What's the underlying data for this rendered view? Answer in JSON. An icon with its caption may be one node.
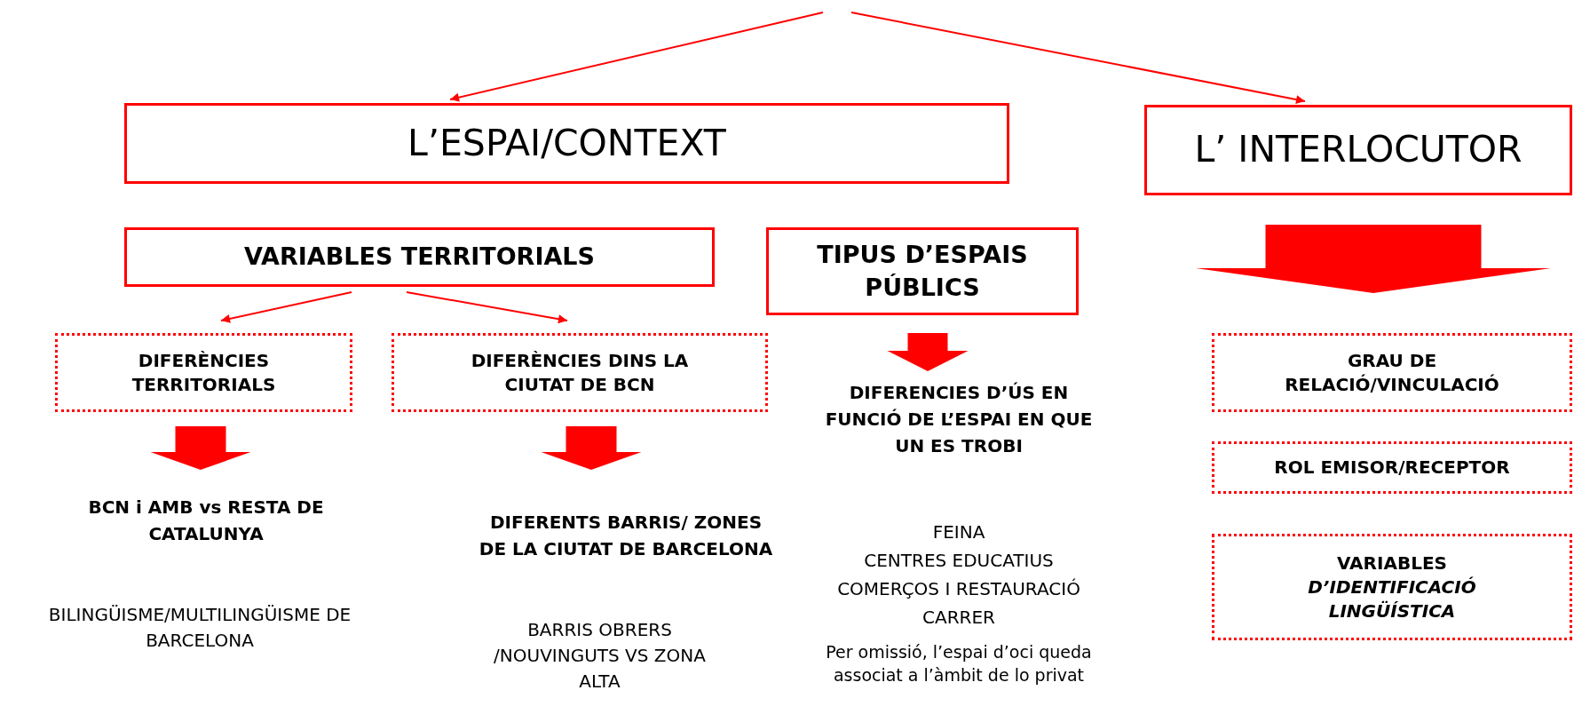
{
  "diagram": {
    "nodes": [
      {
        "text": [
          "L’ESPAI/CONTEXT"
        ]
      },
      {
        "text": [
          "L’ INTERLOCUTOR"
        ]
      },
      {
        "text": [
          "VARIABLES TERRITORIALS"
        ]
      },
      {
        "text": [
          "TIPUS D’ESPAIS PÚBLICS"
        ]
      },
      {
        "text": [
          "DIFERÈNCIES TERRITORIALS"
        ]
      },
      {
        "text": [
          "DIFERÈNCIES DINS LA CIUTAT DE BCN"
        ]
      },
      {
        "text": [
          "DIFERENCIES D’ÚS EN FUNCIÓ DE L’ESPAI EN QUE UN ES TROBI"
        ]
      },
      {
        "text": [
          "GRAU DE RELACIÓ/VINCULACIÓ"
        ]
      },
      {
        "text": [
          "BCN i AMB vs RESTA DE CATALUNYA"
        ]
      },
      {
        "text": [
          "DIFERENTS BARRIS/ ZONES DE LA CIUTAT DE BARCELONA"
        ]
      },
      {
        "text": [
          "ROL EMISOR/RECEPTOR"
        ]
      },
      {
        "text": [
          "VARIABLES *D’IDENTIFICACIÓ LINGÜÍSTICA*"
        ]
      }
    ],
    "edges": [
      {
        "from": null,
        "to": 0,
        "arrow": "to"
      },
      {
        "from": null,
        "to": 1,
        "arrow": "to"
      },
      {
        "from": 2,
        "to": 4,
        "arrow": "to"
      },
      {
        "from": 2,
        "to": 5,
        "arrow": "to"
      },
      {
        "from": 3,
        "to": 6,
        "arrow": "to",
        "style": "thick"
      },
      {
        "from": 4,
        "to": 8,
        "arrow": "to",
        "style": "thick"
      },
      {
        "from": 5,
        "to": 9,
        "arrow": "to",
        "style": "thick"
      },
      {
        "from": 1,
        "to": 7,
        "arrow": "to",
        "style": "thick"
      }
    ],
    "labels": [
      "BILINGÜISME/MULTILINGÜISME DE BARCELONA",
      "BARRIS OBRERS /NOUVINGUTS VS ZONA ALTA",
      "FEINA",
      "CENTRES EDUCATIUS",
      "COMERÇOS I RESTAURACIÓ",
      "CARRER",
      "Per omissió, l’espai d’oci queda associat a l’àmbit de lo privat"
    ]
  }
}
